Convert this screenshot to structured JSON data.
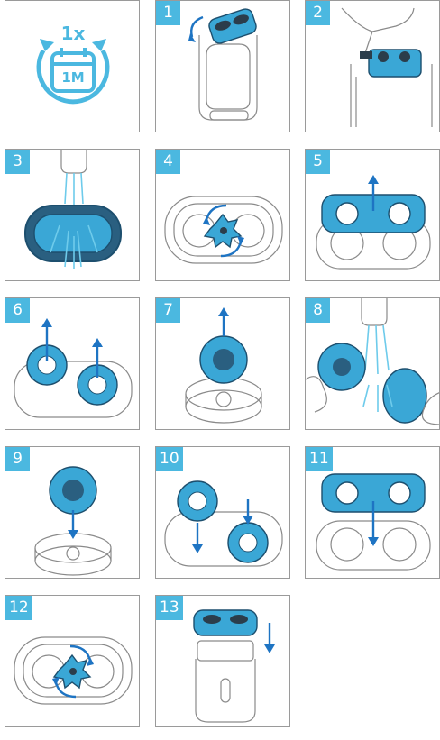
{
  "schedule": {
    "frequency": "1x",
    "interval": "1M"
  },
  "steps": [
    "1",
    "2",
    "3",
    "4",
    "5",
    "6",
    "7",
    "8",
    "9",
    "10",
    "11",
    "12",
    "13"
  ],
  "colors": {
    "accent": "#4bb8e0",
    "arrow": "#1e74c3",
    "part": "#3aa7d6",
    "outline": "#9a9a9a"
  }
}
